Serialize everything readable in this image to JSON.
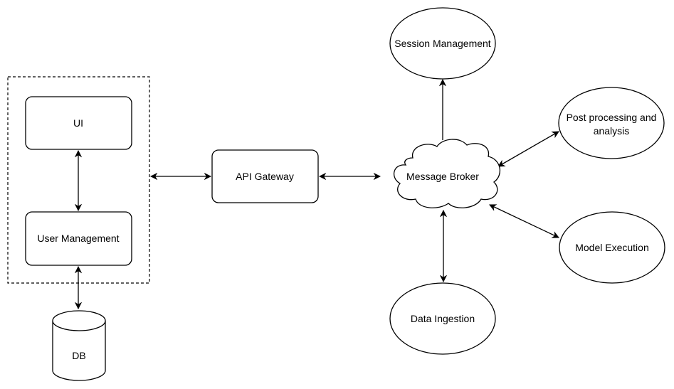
{
  "nodes": {
    "ui": {
      "label": "UI",
      "shape": "rounded-rect"
    },
    "user_management": {
      "label": "User Management",
      "shape": "rounded-rect"
    },
    "db": {
      "label": "DB",
      "shape": "cylinder"
    },
    "api_gateway": {
      "label": "API Gateway",
      "shape": "rounded-rect"
    },
    "message_broker": {
      "label": "Message Broker",
      "shape": "cloud"
    },
    "session_management": {
      "label": "Session Management",
      "shape": "ellipse"
    },
    "post_processing": {
      "label_line1": "Post processing and",
      "label_line2": "analysis",
      "shape": "ellipse"
    },
    "model_execution": {
      "label": "Model Execution",
      "shape": "ellipse"
    },
    "data_ingestion": {
      "label": "Data Ingestion",
      "shape": "ellipse"
    }
  },
  "groups": [
    {
      "name": "frontend-group",
      "members": [
        "ui",
        "user_management"
      ],
      "border": "dashed"
    }
  ],
  "edges": [
    {
      "from": "ui",
      "to": "user_management",
      "arrows": "both"
    },
    {
      "from": "user_management",
      "to": "db",
      "arrows": "both"
    },
    {
      "from": "frontend-group",
      "to": "api_gateway",
      "arrows": "both"
    },
    {
      "from": "api_gateway",
      "to": "message_broker",
      "arrows": "both"
    },
    {
      "from": "message_broker",
      "to": "session_management",
      "arrows": "end"
    },
    {
      "from": "message_broker",
      "to": "post_processing",
      "arrows": "both"
    },
    {
      "from": "message_broker",
      "to": "model_execution",
      "arrows": "both"
    },
    {
      "from": "message_broker",
      "to": "data_ingestion",
      "arrows": "both"
    }
  ],
  "colors": {
    "stroke": "#000000",
    "fill": "#ffffff",
    "background": "#ffffff"
  }
}
